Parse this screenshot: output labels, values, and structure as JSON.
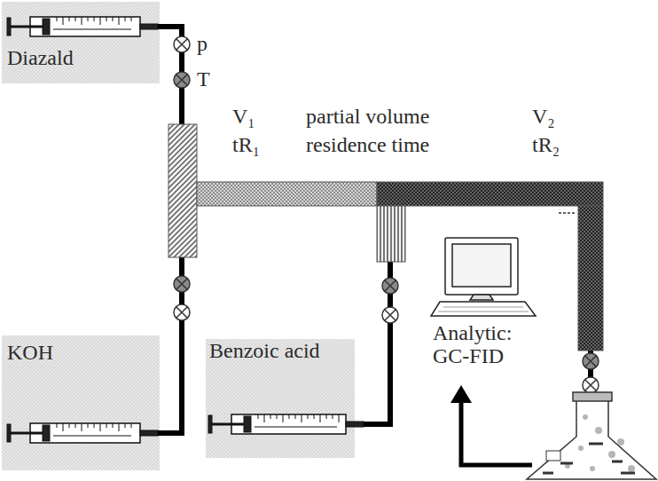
{
  "diagram": {
    "nodes": [
      {
        "text": [
          "Diazald"
        ]
      },
      {
        "text": [
          "KOH"
        ]
      },
      {
        "text": [
          "Benzoic acid"
        ]
      },
      {
        "text": [
          "Analytic: GC-FID"
        ]
      }
    ],
    "labels": [
      "p",
      "T",
      "V₁",
      "partial volume",
      "V₂",
      "tR₁",
      "residence time",
      "tR₂"
    ]
  }
}
